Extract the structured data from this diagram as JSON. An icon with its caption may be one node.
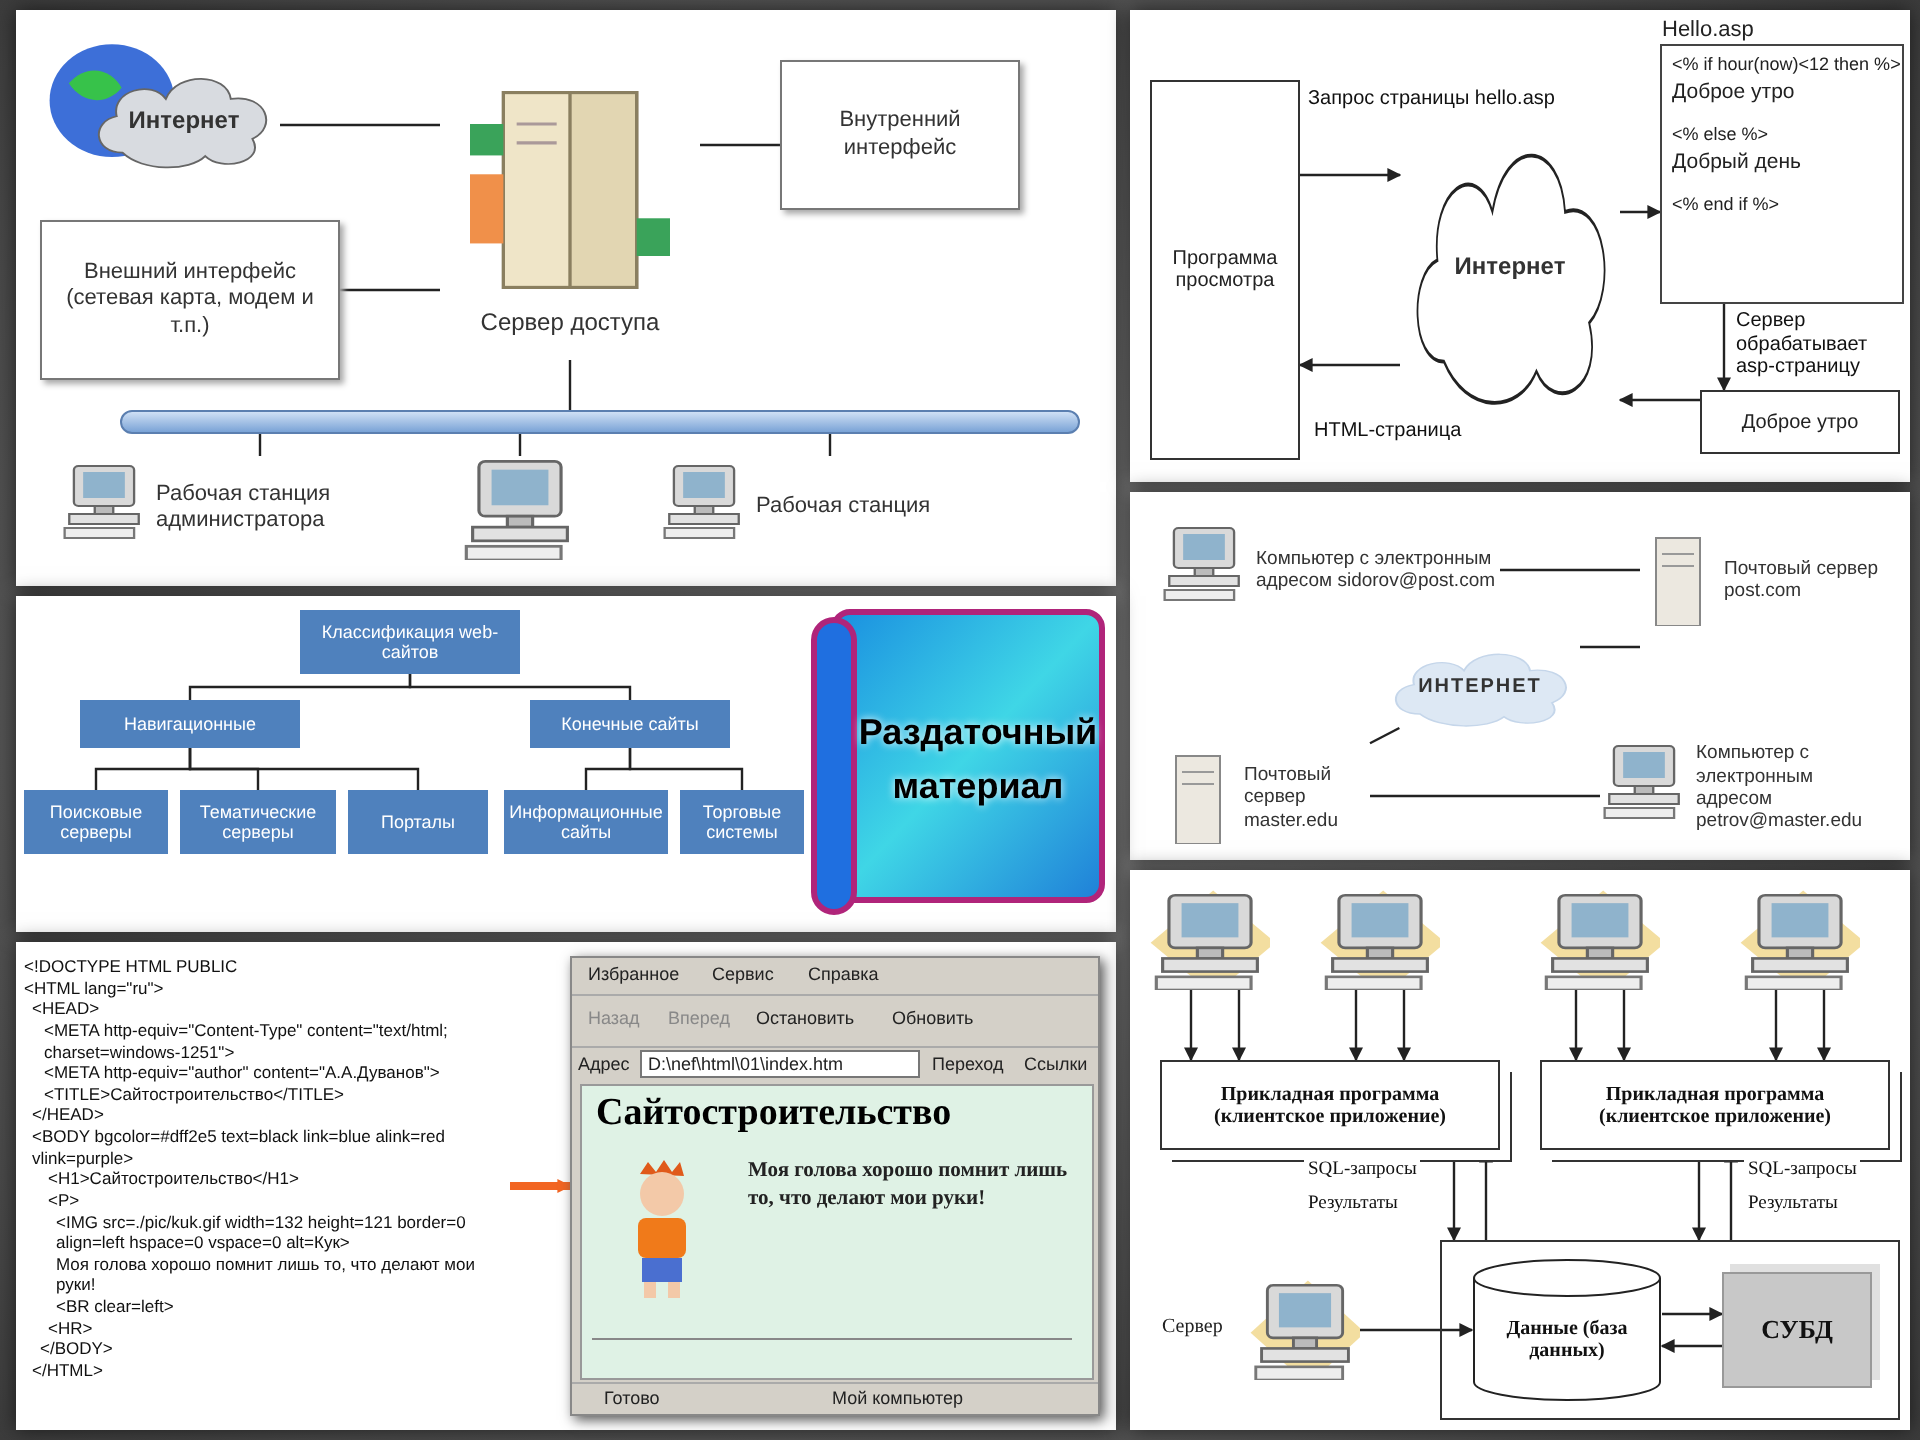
{
  "diagram": {
    "title": "Раздаточный материал",
    "nodes": [
      {
        "text": [
          "Интернет"
        ]
      },
      {
        "text": [
          "Внешний интерфейс (сетевая карта, модем и т.п.)"
        ]
      },
      {
        "text": [
          "Сервер доступа"
        ]
      },
      {
        "text": [
          "Внутренний интерфейс"
        ]
      },
      {
        "text": [
          "Рабочая станция администратора"
        ]
      },
      {
        "text": [
          "Рабочая станция"
        ]
      },
      {
        "text": [],
        "shape": "picture"
      },
      {
        "text": [],
        "shape": "cylinder"
      },
      {
        "text": [
          "Программа просмотра"
        ]
      },
      {
        "text": [
          "Интернет"
        ]
      },
      {
        "text": [
          "Hello.asp",
          "<% if hour(now)<12 then %>",
          "Доброе утро",
          "<% else %>",
          "Добрый день",
          "<% end if %>"
        ]
      },
      {
        "text": [
          "Доброе утро"
        ]
      },
      {
        "text": [
          "Компьютер с электронным адресом sidorov@post.com"
        ]
      },
      {
        "text": [
          "Почтовый сервер post.com"
        ]
      },
      {
        "text": [
          "ИНТЕРНЕТ"
        ]
      },
      {
        "text": [
          "Почтовый сервер master.edu"
        ]
      },
      {
        "text": [
          "Компьютер с электронным адресом petrov@master.edu"
        ]
      },
      {
        "text": [
          "Классификация web-сайтов"
        ]
      },
      {
        "text": [
          "Навигационные"
        ]
      },
      {
        "text": [
          "Конечные сайты"
        ]
      },
      {
        "text": [
          "Поисковые серверы"
        ]
      },
      {
        "text": [
          "Тематические серверы"
        ]
      },
      {
        "text": [
          "Порталы"
        ]
      },
      {
        "text": [
          "Информационные сайты"
        ]
      },
      {
        "text": [
          "Торговые системы"
        ]
      },
      {
        "text": [
          "<!DOCTYPE HTML PUBLIC",
          "<HTML lang=\"ru\">",
          "<HEAD>",
          "<META http-equiv=\"Content-Type\" content=\"text/html; charset=windows-1251\">",
          "<META http-equiv=\"author\" content=\"А.А.Дуванов\">",
          "<TITLE>Сайтостроительство</TITLE>",
          "</HEAD>",
          "<BODY bgcolor=#dff2e5 text=black link=blue alink=red vlink=purple>",
          "<H1>Сайтостроительство</H1>",
          "<P>",
          "<IMG src=./pic/kuk.gif width=132 height=121 border=0 align=left hspace=0 vspace=0 alt=Кук>",
          "Моя голова хорошо помнит лишь то, что делают мои руки!",
          "<BR clear=left>",
          "<HR>",
          "</BODY>",
          "</HTML>"
        ]
      },
      {
        "text": [
          "Сайтостроительство",
          "Моя голова хорошо помнит лишь то, что делают мои руки!"
        ]
      },
      {
        "text": [],
        "shape": "picture"
      },
      {
        "text": [],
        "shape": "picture"
      },
      {
        "text": [],
        "shape": "picture"
      },
      {
        "text": [],
        "shape": "picture"
      },
      {
        "text": [
          "Прикладная программа (клиентское приложение)"
        ]
      },
      {
        "text": [
          "Прикладная программа (клиентское приложение)"
        ]
      },
      {
        "text": [],
        "shape": "picture",
        "beside": [
          "Сервер"
        ]
      },
      {
        "text": [],
        "shape": "box"
      },
      {
        "text": [
          "Данные (база данных)"
        ],
        "in": 34
      },
      {
        "text": [
          "СУБД"
        ],
        "in": 34
      }
    ],
    "edges": [
      {
        "from": 0,
        "to": 2,
        "arrow": "none"
      },
      {
        "from": 1,
        "to": 2,
        "arrow": "none"
      },
      {
        "from": 3,
        "to": 2,
        "arrow": "none"
      },
      {
        "from": 2,
        "to": 7,
        "arrow": "none"
      },
      {
        "from": 4,
        "to": 7,
        "arrow": "none"
      },
      {
        "from": 6,
        "to": 7,
        "arrow": "none"
      },
      {
        "from": 5,
        "to": 7,
        "arrow": "none"
      },
      {
        "from": 8,
        "to": 9,
        "arrow": "to",
        "label": "Запрос страницы hello.asp"
      },
      {
        "from": 9,
        "to": 10,
        "arrow": "to"
      },
      {
        "from": 10,
        "to": 11,
        "arrow": "to",
        "label": "Сервер обрабатывает asp-страницу"
      },
      {
        "from": 11,
        "to": 9,
        "arrow": "to"
      },
      {
        "from": 9,
        "to": 8,
        "arrow": "to",
        "label": "HTML-страница"
      },
      {
        "from": 12,
        "to": 13,
        "arrow": "none"
      },
      {
        "from": 13,
        "to": 14,
        "arrow": "none"
      },
      {
        "from": 14,
        "to": 15,
        "arrow": "none"
      },
      {
        "from": 15,
        "to": 16,
        "arrow": "none"
      },
      {
        "from": 17,
        "to": 18,
        "arrow": "none"
      },
      {
        "from": 17,
        "to": 19,
        "arrow": "none"
      },
      {
        "from": 18,
        "to": 20,
        "arrow": "none"
      },
      {
        "from": 18,
        "to": 21,
        "arrow": "none"
      },
      {
        "from": 18,
        "to": 22,
        "arrow": "none"
      },
      {
        "from": 19,
        "to": 23,
        "arrow": "none"
      },
      {
        "from": 19,
        "to": 24,
        "arrow": "none"
      },
      {
        "from": 25,
        "to": 26,
        "arrow": "to",
        "style": "thick",
        "color": "#f26522"
      },
      {
        "from": 27,
        "to": 31,
        "arrow": "to"
      },
      {
        "from": 27,
        "to": 31,
        "arrow": "to"
      },
      {
        "from": 28,
        "to": 31,
        "arrow": "to"
      },
      {
        "from": 28,
        "to": 31,
        "arrow": "to"
      },
      {
        "from": 29,
        "to": 32,
        "arrow": "to"
      },
      {
        "from": 29,
        "to": 32,
        "arrow": "to"
      },
      {
        "from": 30,
        "to": 32,
        "arrow": "to"
      },
      {
        "from": 30,
        "to": 32,
        "arrow": "to"
      },
      {
        "from": 31,
        "to": 34,
        "arrow": "to",
        "label": "SQL-запросы"
      },
      {
        "from": 34,
        "to": 31,
        "arrow": "to",
        "label": "Результаты"
      },
      {
        "from": 32,
        "to": 34,
        "arrow": "to",
        "label": "SQL-запросы"
      },
      {
        "from": 34,
        "to": 32,
        "arrow": "to",
        "label": "Результаты"
      },
      {
        "from": 33,
        "to": 35,
        "arrow": "to"
      },
      {
        "from": 35,
        "to": 36,
        "arrow": "to"
      },
      {
        "from": 36,
        "to": 35,
        "arrow": "to"
      }
    ],
    "labels": [
      "Избранное",
      "Сервис",
      "Справка",
      "Назад",
      "Вперед",
      "Остановить",
      "Обновить",
      "Адрес",
      "D:\\nef\\html\\01\\index.htm",
      "Переход",
      "Ссылки",
      "Готово",
      "Мой компьютер"
    ]
  }
}
